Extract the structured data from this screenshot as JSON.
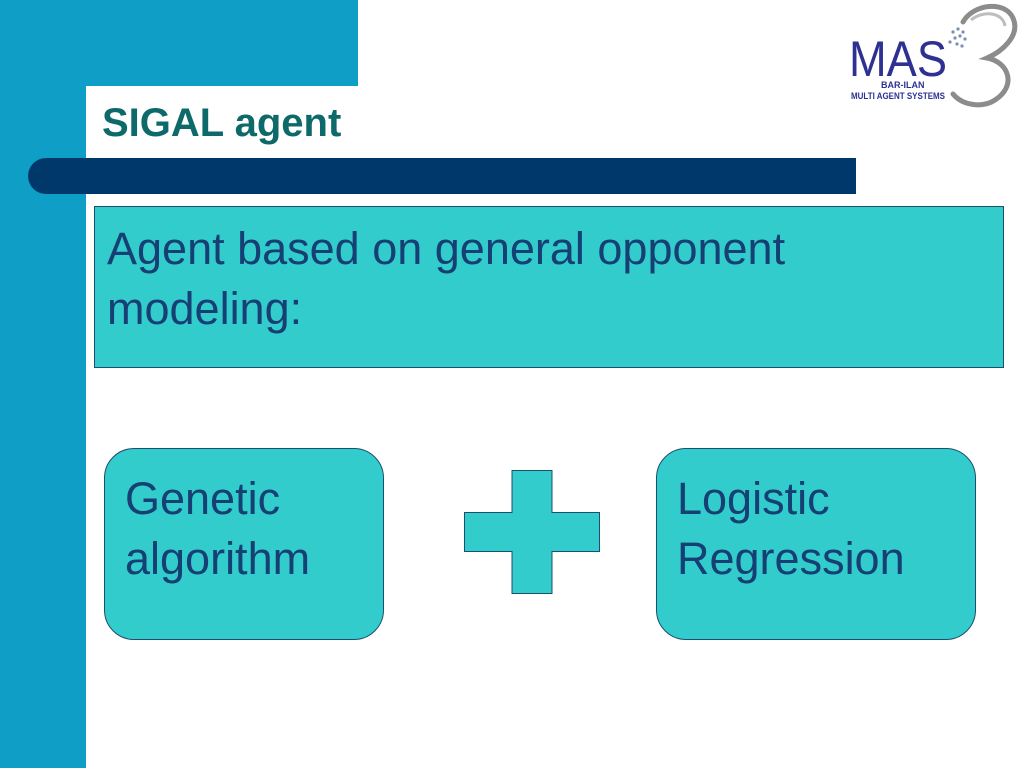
{
  "slide": {
    "title": "SIGAL agent",
    "logo": {
      "icon": "mas-logo-icon",
      "text": "MAS",
      "subtitle_line1": "BAR-ILAN",
      "subtitle_line2": "MULTI AGENT SYSTEMS"
    },
    "statement": {
      "line1": "Agent based on general opponent",
      "line2": "modeling:"
    },
    "concepts": [
      {
        "line1": "Genetic",
        "line2": "algorithm"
      },
      {
        "line1": "Logistic",
        "line2": "Regression"
      }
    ],
    "operator_icon": "plus-icon"
  },
  "colors": {
    "side_bar": "#0f9fc6",
    "title_rule": "#00386b",
    "box_fill": "#33cccc",
    "body_text": "#163f73",
    "title_text": "#0e6a6a"
  }
}
